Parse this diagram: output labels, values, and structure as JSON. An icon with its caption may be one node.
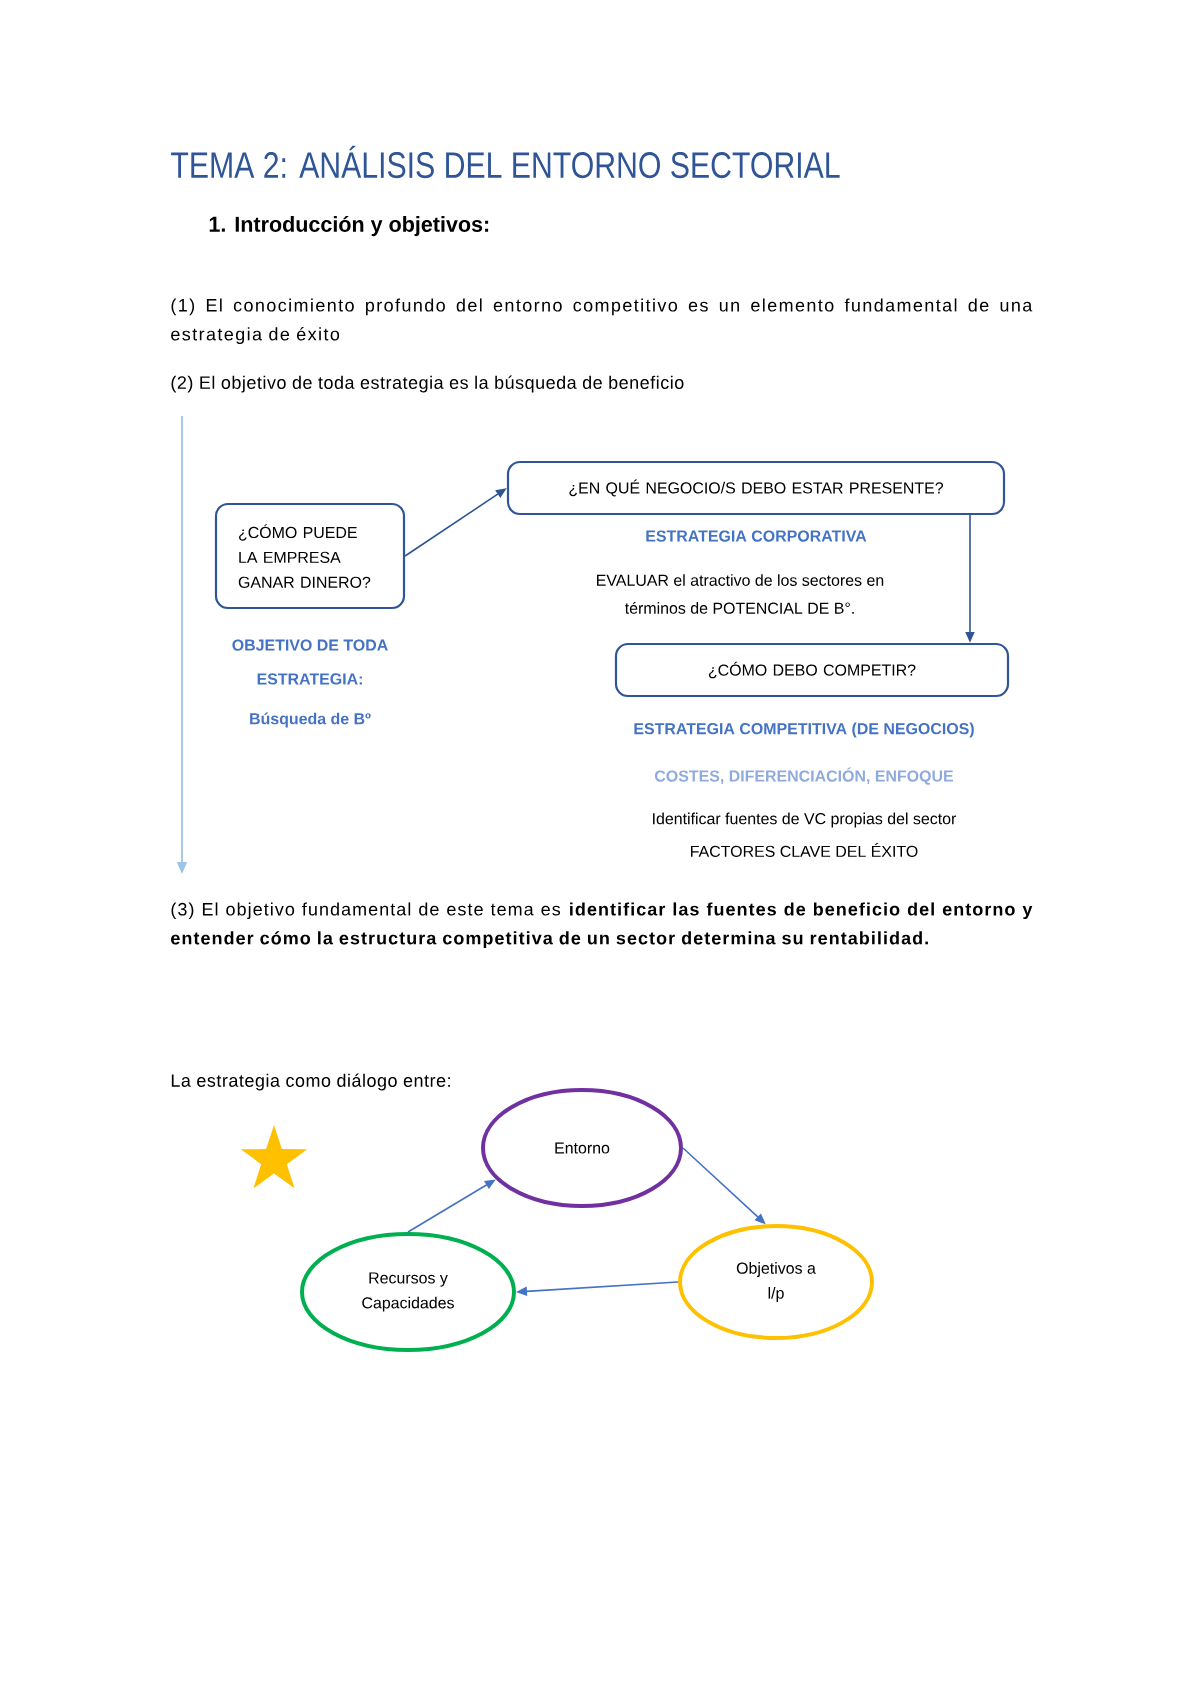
{
  "diagram": {
    "title": "TEMA 2: ANÁLISIS DEL ENTORNO SECTORIAL",
    "nodes": [
      {
        "text": [
          "¿CÓMO PUEDE LA EMPRESA GANAR DINERO?"
        ],
        "beside": [
          "OBJETIVO DE TODA ESTRATEGIA:",
          "Búsqueda de Bº"
        ]
      },
      {
        "text": [
          "¿EN QUÉ NEGOCIO/S DEBO ESTAR PRESENTE?"
        ],
        "beside": [
          "ESTRATEGIA CORPORATIVA",
          "EVALUAR el atractivo de los sectores en términos de POTENCIAL DE B°."
        ]
      },
      {
        "text": [
          "¿CÓMO DEBO COMPETIR?"
        ],
        "beside": [
          "ESTRATEGIA COMPETITIVA (DE NEGOCIOS)",
          "COSTES, DIFERENCIACIÓN, ENFOQUE",
          "Identificar fuentes de VC propias del sector",
          "FACTORES CLAVE DEL ÉXITO"
        ]
      },
      {
        "text": [
          "Entorno"
        ]
      },
      {
        "text": [
          "Objetivos a l/p"
        ]
      },
      {
        "text": [
          "Recursos y Capacidades"
        ]
      }
    ],
    "edges": [
      {
        "from": 0,
        "to": 1,
        "arrow": "to",
        "color": "#2f5597"
      },
      {
        "from": 1,
        "to": 2,
        "arrow": "to",
        "color": "#2f5597"
      },
      {
        "from": 3,
        "to": 4,
        "arrow": "to"
      },
      {
        "from": 4,
        "to": 5,
        "arrow": "to"
      },
      {
        "from": 5,
        "to": 3,
        "arrow": "to"
      }
    ],
    "labels": [
      "1. Introducción y objetivos:",
      "(1) El conocimiento profundo del entorno competitivo es un elemento fundamental de una estrategia de éxito",
      "(2) El objetivo de toda estrategia es la búsqueda de beneficio",
      "(3) El objetivo fundamental de este tema es **identificar las fuentes de beneficio del entorno y entender cómo la estructura competitiva de un sector determina su rentabilidad.**",
      "La estrategia como diálogo entre:"
    ]
  }
}
